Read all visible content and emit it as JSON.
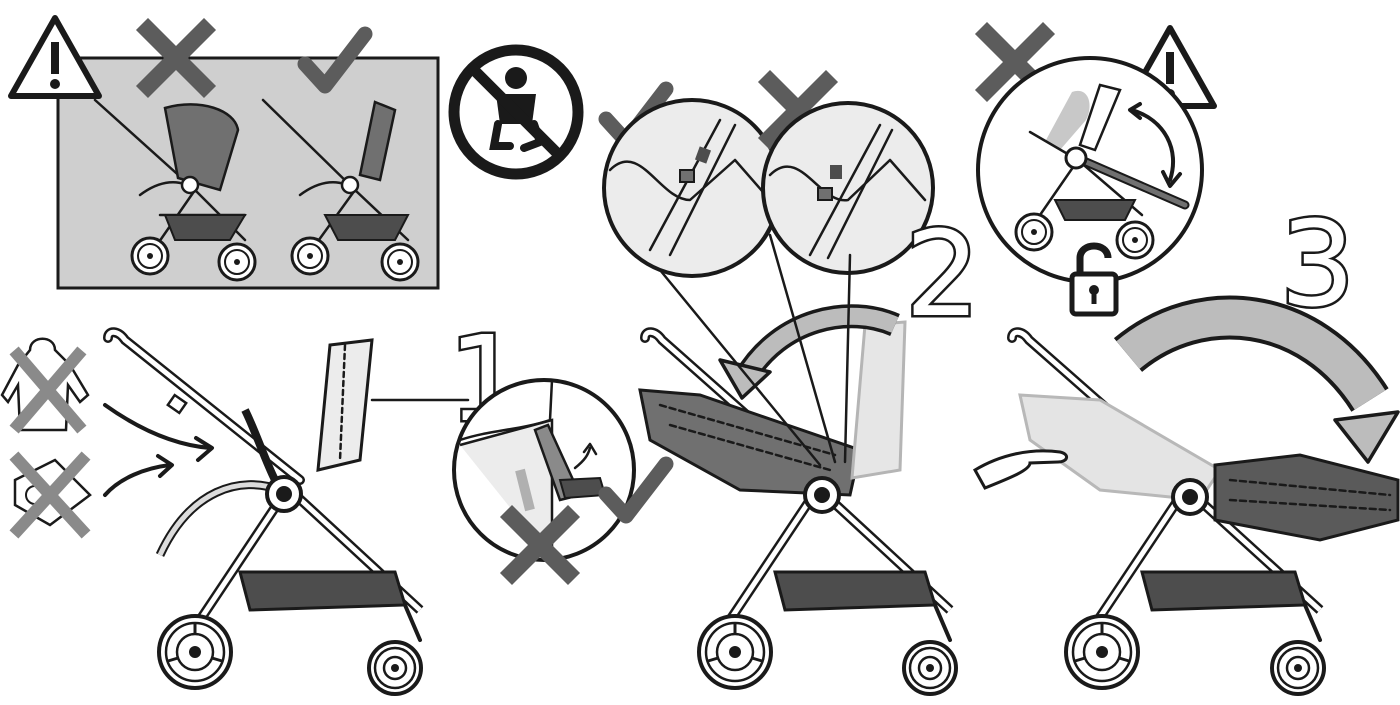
{
  "steps": [
    {
      "number": "1"
    },
    {
      "number": "2"
    },
    {
      "number": "3"
    }
  ],
  "colors": {
    "ink": "#1a1a1a",
    "panel": "#cfcfcf",
    "seat_dark": "#707070",
    "basket": "#4d4d4d",
    "ghost": "#c8c8c8",
    "mark_grey": "#5c5c5c"
  },
  "icons": [
    "warning-icon",
    "wrong-cross-icon",
    "correct-check-icon",
    "no-child-in-seat-icon",
    "unlocked-padlock-icon",
    "no-clothing-icon",
    "no-blanket-icon",
    "rotate-arrow-icon"
  ]
}
